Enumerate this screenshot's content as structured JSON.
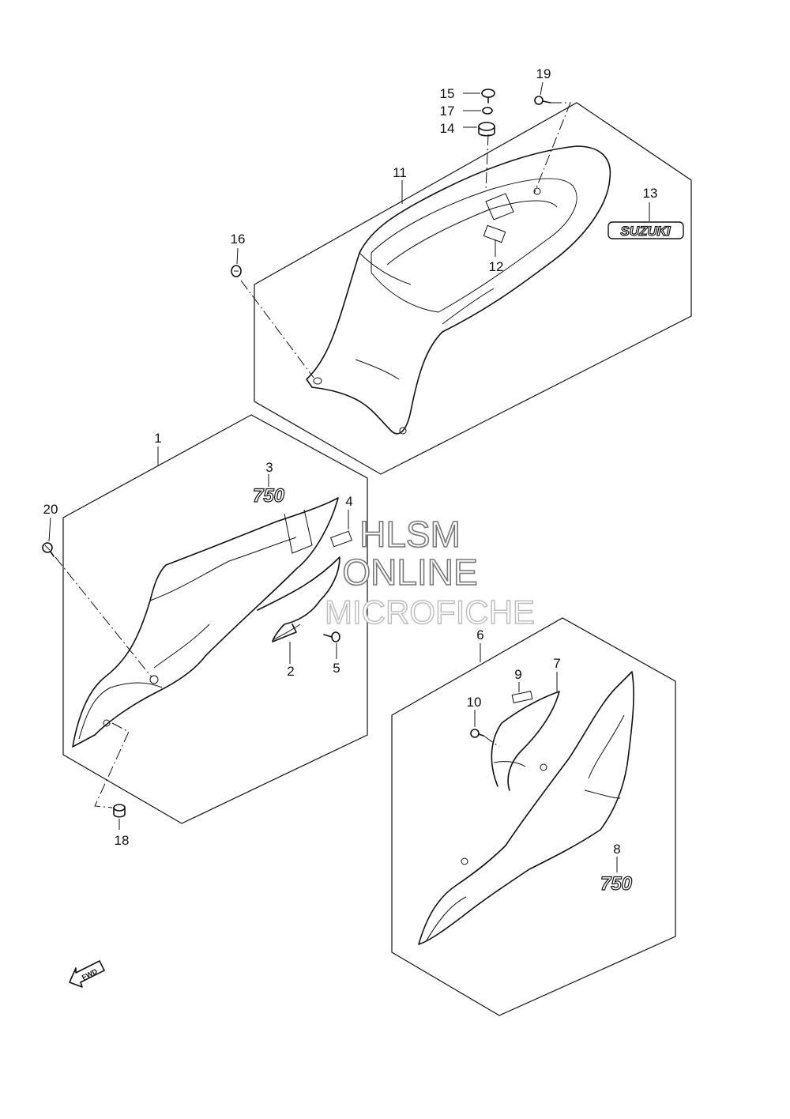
{
  "callouts": {
    "c1": "1",
    "c2": "2",
    "c3": "3",
    "c4": "4",
    "c5": "5",
    "c6": "6",
    "c7": "7",
    "c8": "8",
    "c9": "9",
    "c10": "10",
    "c11": "11",
    "c12": "12",
    "c13": "13",
    "c14": "14",
    "c15": "15",
    "c16": "16",
    "c17": "17",
    "c18": "18",
    "c19": "19",
    "c20": "20"
  },
  "emblems": {
    "suzuki": "SUZUKI",
    "model_left": "750",
    "model_right": "750"
  },
  "direction_arrow": "FWD",
  "watermark": {
    "line1": "HLSM",
    "line2": "ONLINE",
    "line3": "MICROFICHE"
  }
}
